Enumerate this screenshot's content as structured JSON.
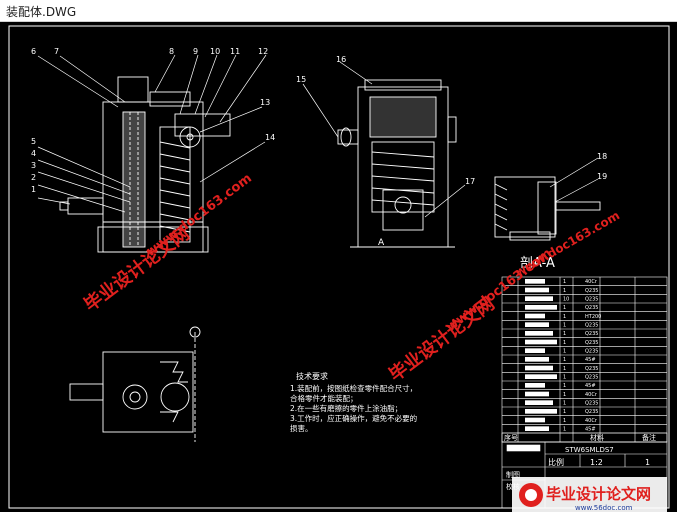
{
  "window": {
    "title": "装配体.DWG"
  },
  "colors": {
    "canvas": "#000000",
    "line": "#ffffff",
    "watermark": "#e0201e"
  },
  "drawing": {
    "balloons": [
      "1",
      "2",
      "3",
      "4",
      "5",
      "6",
      "7",
      "8",
      "9",
      "10",
      "11",
      "12",
      "13",
      "14",
      "15",
      "16",
      "17",
      "18",
      "19"
    ],
    "section_label": "剖A-A",
    "section_mark": "A",
    "notes": {
      "title": "技术要求",
      "lines": [
        "1.装配前，按图纸检查零件配合尺寸，",
        "合格零件才能装配；",
        "2.在一些有磨擦的零件上涂油脂；",
        "3.工作时，应正确操作，避免不必要的",
        "损害。"
      ]
    },
    "bom_materials": [
      "40Cr",
      "Q235",
      "Q235",
      "Q235",
      "HT200",
      "Q235",
      "Q235",
      "Q235",
      "Q235",
      "45#",
      "Q235",
      "Q235",
      "45#",
      "40Cr",
      "Q235",
      "Q235",
      "40Cr",
      "45#"
    ],
    "bom_qty": [
      "1",
      "1",
      "10",
      "1",
      "1",
      "1",
      "1",
      "1",
      "1",
      "1",
      "1",
      "1",
      "1",
      "1",
      "1",
      "1",
      "1",
      "1"
    ],
    "header": {
      "no": "序号",
      "material": "材料",
      "remark": "备注"
    },
    "title_block": {
      "name": "STW6SMLDS7",
      "scale_label": "比例",
      "scale": "1:2",
      "sheet": "1",
      "row1": "制图",
      "row2": "校核"
    }
  },
  "watermarks": {
    "site": "www.doc163.com",
    "text": "毕业设计论文网",
    "footer_site": "www.56doc.com"
  }
}
